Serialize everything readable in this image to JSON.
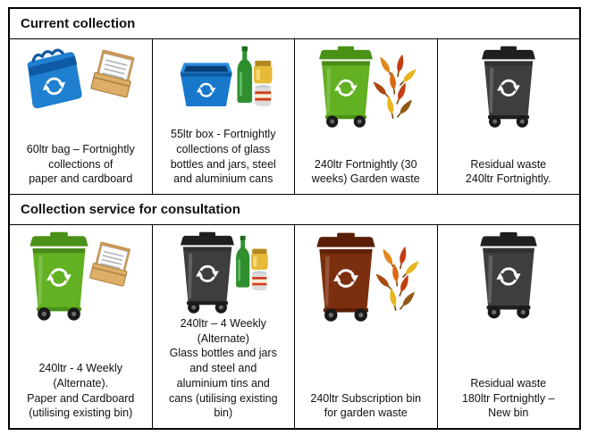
{
  "document": {
    "sections": [
      {
        "title": "Current collection",
        "cells": [
          {
            "caption": "60ltr bag – Fortnightly\ncollections of\npaper and cardboard",
            "icons": [
              "blue-recycling-bag",
              "paper-and-cardboard"
            ]
          },
          {
            "caption": "55ltr box - Fortnightly\ncollections of glass\nbottles and jars, steel\nand aluminium cans",
            "icons": [
              "blue-recycling-box",
              "glass-bottles-jar-and-can"
            ]
          },
          {
            "caption": "240ltr Fortnightly (30\nweeks) Garden waste",
            "icons": [
              "green-wheelie-bin",
              "autumn-leaves"
            ]
          },
          {
            "caption": "Residual waste\n240ltr Fortnightly.",
            "icons": [
              "black-wheelie-bin"
            ]
          }
        ]
      },
      {
        "title": "Collection service for consultation",
        "cells": [
          {
            "caption": "240ltr - 4 Weekly\n(Alternate).\nPaper and Cardboard\n(utilising existing bin)",
            "icons": [
              "green-wheelie-bin",
              "paper-and-cardboard"
            ]
          },
          {
            "caption": "240ltr – 4 Weekly\n(Alternate)\nGlass bottles and jars\nand steel and\naluminium tins and\ncans (utilising existing\nbin)",
            "icons": [
              "black-wheelie-bin",
              "glass-bottles-jar-and-can"
            ]
          },
          {
            "caption": "240ltr Subscription bin\nfor garden waste",
            "icons": [
              "brown-wheelie-bin",
              "autumn-leaves"
            ]
          },
          {
            "caption": "Residual waste\n180ltr Fortnightly –\nNew bin",
            "icons": [
              "black-wheelie-bin"
            ]
          }
        ]
      }
    ],
    "colors": {
      "green_bin": "#61b122",
      "black_bin": "#3e3e3e",
      "brown_bin": "#7c2f0e",
      "recycling_blue": "#1f7fd0",
      "border": "#000000"
    }
  }
}
